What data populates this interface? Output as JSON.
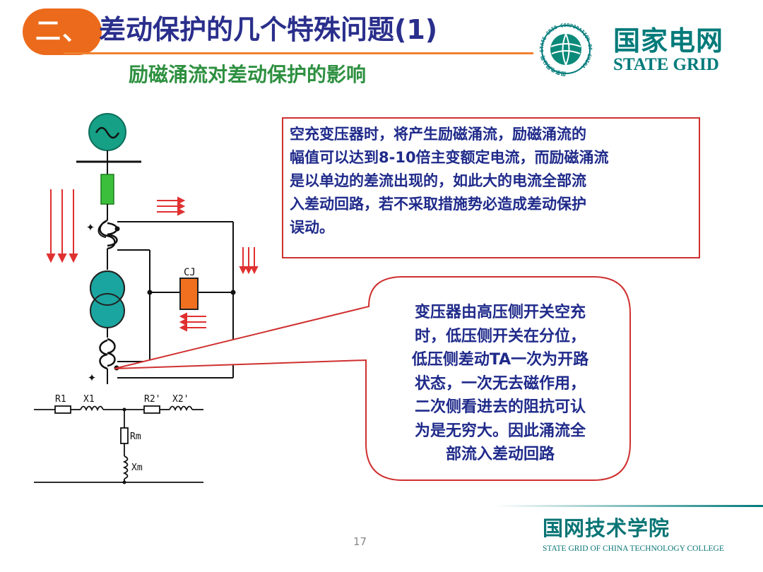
{
  "header": {
    "section_badge": "二、",
    "title": "差动保护的几个特殊问题(1)",
    "subtitle": "励磁涌流对差动保护的影响"
  },
  "brand": {
    "name_cn": "国家电网",
    "name_en": "STATE GRID",
    "logo_ring_text": "国家电网公司 STATE GRID CORPORATION OF CHINA",
    "color": "#007a7a"
  },
  "note_box": {
    "lines": [
      "空充变压器时，将产生励磁涌流，励磁涌流的",
      "幅值可以达到8-10倍主变额定电流，而励磁涌流",
      "是以单边的差流出现的，如此大的电流全部流",
      "入差动回路，若不采取措施势必造成差动保护",
      "误动。"
    ]
  },
  "callout": {
    "lines": [
      "变压器由高压侧开关空充",
      "时，低压侧开关在分位，",
      "低压侧差动TA一次为开路",
      "状态，一次无去磁作用，",
      "二次侧看进去的阻抗可认",
      "为是无穷大。因此涌流全",
      "部流入差动回路"
    ]
  },
  "diagram": {
    "relay_label": "CJ",
    "r1": "R1",
    "x1": "X1",
    "r2": "R2'",
    "x2": "X2'",
    "rm": "Rm",
    "xm": "Xm",
    "generator_icon": "sine-wave-icon",
    "colors": {
      "generator": "#16a085",
      "breaker": "#3cc03c",
      "transformer": "#1aa5a0",
      "relay": "#f07020",
      "arrow": "#e03030"
    }
  },
  "footer": {
    "college_cn": "国网技术学院",
    "college_en": "STATE GRID OF CHINA TECHNOLOGY COLLEGE",
    "page_number": "17"
  }
}
